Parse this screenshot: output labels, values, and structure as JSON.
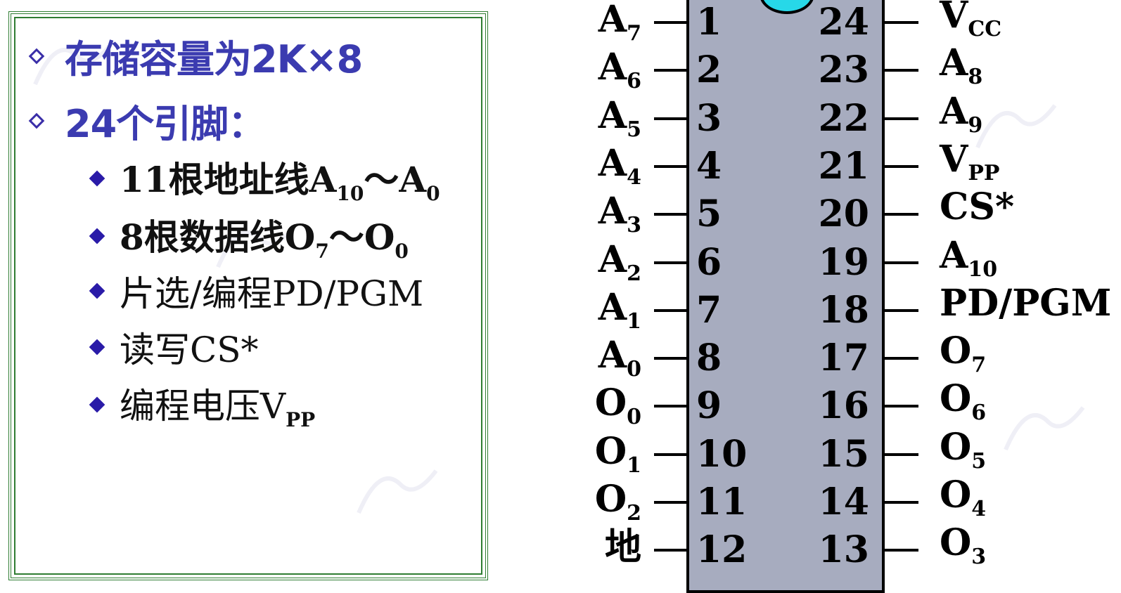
{
  "left_panel": {
    "bullets": [
      {
        "text": "存储容量为2K×8"
      },
      {
        "text": "24个引脚："
      }
    ],
    "sub_bullets": [
      {
        "pre": "11根地址线A",
        "sub1": "10",
        "mid": "～A",
        "sub2": "0"
      },
      {
        "pre": "8根数据线O",
        "sub1": "7",
        "mid": "～O",
        "sub2": "0"
      },
      {
        "pre": "片选/编程PD/PGM",
        "sub1": "",
        "mid": "",
        "sub2": ""
      },
      {
        "pre": "读写CS*",
        "sub1": "",
        "mid": "",
        "sub2": ""
      },
      {
        "pre": "编程电压V",
        "sub1": "PP",
        "mid": "",
        "sub2": ""
      }
    ]
  },
  "chip": {
    "left_pins": [
      {
        "num": "1",
        "main": "A",
        "sub": "7"
      },
      {
        "num": "2",
        "main": "A",
        "sub": "6"
      },
      {
        "num": "3",
        "main": "A",
        "sub": "5"
      },
      {
        "num": "4",
        "main": "A",
        "sub": "4"
      },
      {
        "num": "5",
        "main": "A",
        "sub": "3"
      },
      {
        "num": "6",
        "main": "A",
        "sub": "2"
      },
      {
        "num": "7",
        "main": "A",
        "sub": "1"
      },
      {
        "num": "8",
        "main": "A",
        "sub": "0"
      },
      {
        "num": "9",
        "main": "O",
        "sub": "0"
      },
      {
        "num": "10",
        "main": "O",
        "sub": "1"
      },
      {
        "num": "11",
        "main": "O",
        "sub": "2"
      },
      {
        "num": "12",
        "main": "地",
        "sub": ""
      }
    ],
    "right_pins": [
      {
        "num": "24",
        "main": "V",
        "sub": "CC"
      },
      {
        "num": "23",
        "main": "A",
        "sub": "8"
      },
      {
        "num": "22",
        "main": "A",
        "sub": "9"
      },
      {
        "num": "21",
        "main": "V",
        "sub": "PP"
      },
      {
        "num": "20",
        "main": "CS*",
        "sub": ""
      },
      {
        "num": "19",
        "main": "A",
        "sub": "10"
      },
      {
        "num": "18",
        "main": "PD/PGM",
        "sub": ""
      },
      {
        "num": "17",
        "main": "O",
        "sub": "7"
      },
      {
        "num": "16",
        "main": "O",
        "sub": "6"
      },
      {
        "num": "15",
        "main": "O",
        "sub": "5"
      },
      {
        "num": "14",
        "main": "O",
        "sub": "4"
      },
      {
        "num": "13",
        "main": "O",
        "sub": "3"
      }
    ]
  },
  "colors": {
    "heading": "#3b3bb0",
    "frame": "#2f7d32",
    "chip_body": "#a7acbf",
    "notch": "#27d8e8"
  }
}
